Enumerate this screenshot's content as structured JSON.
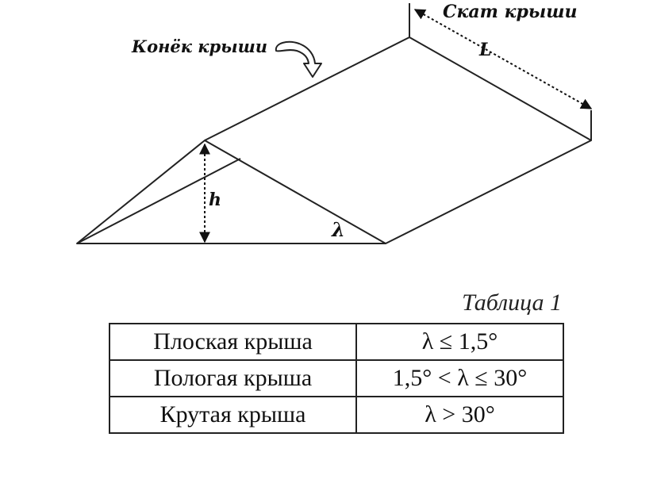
{
  "labels": {
    "ridge": "Конёк крыши",
    "slope": "Скат крыши",
    "length": "L",
    "height": "h",
    "angle": "λ"
  },
  "table": {
    "caption": "Таблица 1",
    "rows": [
      {
        "name": "Плоская крыша",
        "condition": "λ ≤ 1,5°"
      },
      {
        "name": "Пологая крыша",
        "condition": "1,5° < λ ≤ 30°"
      },
      {
        "name": "Крутая крыша",
        "condition": "λ > 30°"
      }
    ]
  }
}
